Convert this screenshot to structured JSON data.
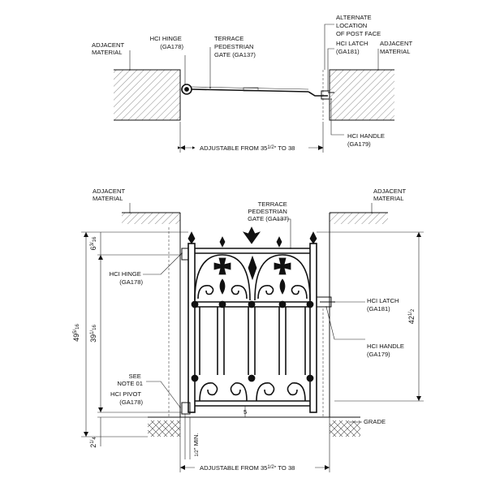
{
  "plan": {
    "adjacent_left": [
      "ADJACENT",
      "MATERIAL"
    ],
    "adjacent_right": [
      "ADJACENT",
      "MATERIAL"
    ],
    "hinge": [
      "HCI HINGE",
      "(GA178)"
    ],
    "gate": [
      "TERRACE",
      "PEDESTRIAN",
      "GATE (GA137)"
    ],
    "alternate": [
      "ALTERNATE",
      "LOCATION",
      "OF POST FACE"
    ],
    "latch": [
      "HCI LATCH",
      "(GA181)"
    ],
    "handle": [
      "HCI HANDLE",
      "(GA179)"
    ],
    "adjustable": "ADJUSTABLE FROM 35",
    "adjustable_frac": "1/2",
    "adjustable_end": "\" TO 38"
  },
  "elevation": {
    "adjacent_left": [
      "ADJACENT",
      "MATERIAL"
    ],
    "adjacent_right": [
      "ADJACENT",
      "MATERIAL"
    ],
    "gate": [
      "TERRACE",
      "PEDESTRIAN",
      "GATE (GA137)"
    ],
    "hinge": [
      "HCI HINGE",
      "(GA178)"
    ],
    "see_note": [
      "SEE",
      "NOTE 01"
    ],
    "pivot": [
      "HCI PIVOT",
      "(GA178)"
    ],
    "latch": [
      "HCI LATCH",
      "(GA181)"
    ],
    "handle": [
      "HCI HANDLE",
      "(GA179)"
    ],
    "grade": "GRADE",
    "dims": {
      "overall": {
        "whole": "49",
        "num": "5",
        "den": "16"
      },
      "top": {
        "whole": "6",
        "num": "3",
        "den": "16"
      },
      "mid": {
        "whole": "39",
        "num": "1",
        "den": "16"
      },
      "right": {
        "whole": "42",
        "num": "1",
        "den": "2"
      },
      "bottom": {
        "whole": "2",
        "num": "1",
        "den": "4"
      },
      "min": {
        "num": "1",
        "den": "2",
        "label": "\" MIN."
      },
      "center": "5"
    },
    "adjustable": "ADJUSTABLE FROM 35",
    "adjustable_frac": "1/2",
    "adjustable_end": "\" TO 38"
  }
}
